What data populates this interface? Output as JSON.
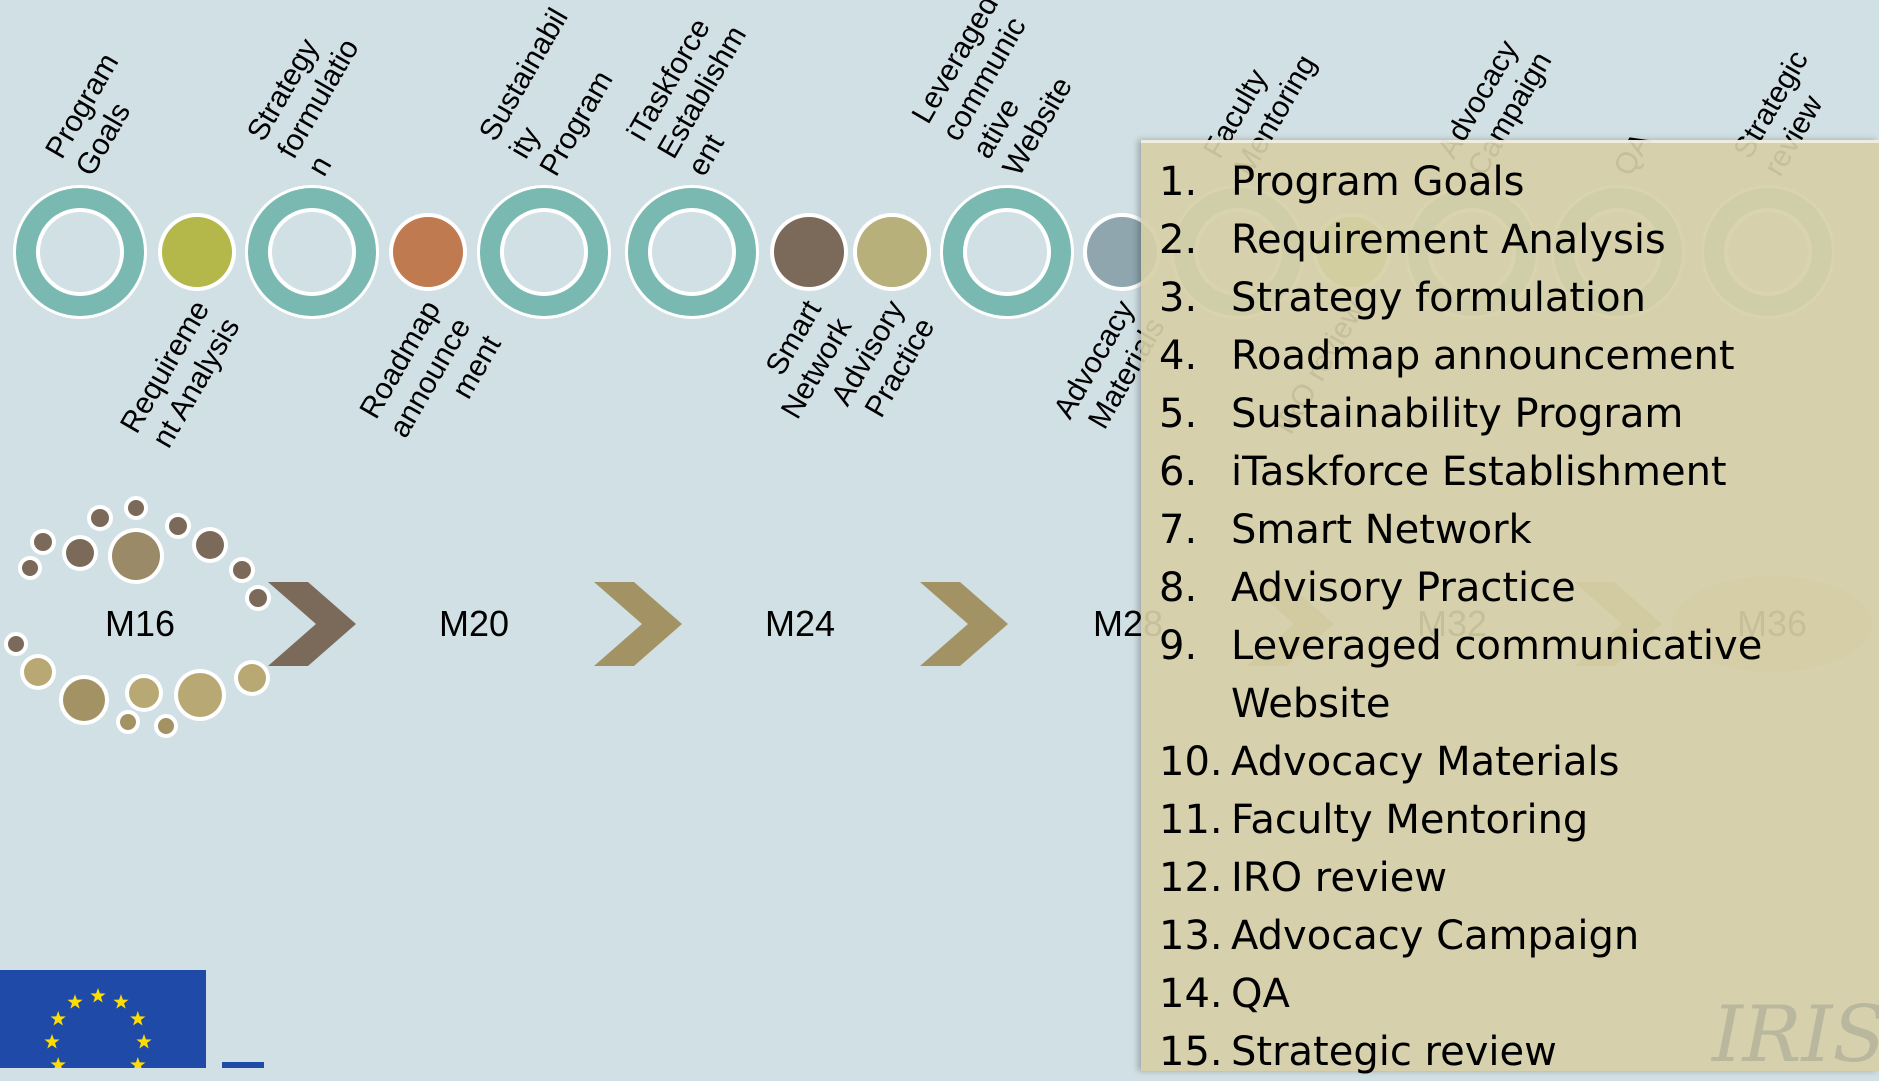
{
  "milestones": [
    {
      "label": "Program Goals",
      "lines": [
        "Program",
        "Goals"
      ],
      "color": "#7ab8b2",
      "kind": "ring"
    },
    {
      "label": "Requirement Analysis",
      "lines": [
        "Requireme",
        "nt Analysis"
      ],
      "color": "#b4b84a",
      "kind": "dot"
    },
    {
      "label": "Strategy formulation",
      "lines": [
        "Strategy",
        "formulatio",
        "n"
      ],
      "color": "#7ab8b2",
      "kind": "ring"
    },
    {
      "label": "Roadmap announcement",
      "lines": [
        "Roadmap",
        "announce",
        "ment"
      ],
      "color": "#c07a50",
      "kind": "dot"
    },
    {
      "label": "Sustainability Program",
      "lines": [
        "Sustainabil",
        "ity",
        "Program"
      ],
      "color": "#7ab8b2",
      "kind": "ring"
    },
    {
      "label": "iTaskforce Establishment",
      "lines": [
        "iTaskforce",
        "Establishm",
        "ent"
      ],
      "color": "#7ab8b2",
      "kind": "ring"
    },
    {
      "label": "Smart Network",
      "lines": [
        "Smart",
        "Network"
      ],
      "color": "#7b6a5a",
      "kind": "dot"
    },
    {
      "label": "Advisory Practice",
      "lines": [
        "Advisory",
        "Practice"
      ],
      "color": "#b8b07a",
      "kind": "dot"
    },
    {
      "label": "Leveraged communicative Website",
      "lines": [
        "Leveraged",
        "communic",
        "ative",
        "Website"
      ],
      "color": "#7ab8b2",
      "kind": "ring"
    },
    {
      "label": "Advocacy Materials",
      "lines": [
        "Advocacy",
        "Materials"
      ],
      "color": "#8fa6ae",
      "kind": "dot"
    },
    {
      "label": "Faculty Mentoring",
      "lines": [
        "Faculty",
        "Mentoring"
      ],
      "color": "#7ab8b2",
      "kind": "ring"
    },
    {
      "label": "IRO review",
      "lines": [
        "IRO review"
      ],
      "color": "#b4b84a",
      "kind": "dot"
    },
    {
      "label": "Advocacy Campaign",
      "lines": [
        "Advocacy",
        "Campaign"
      ],
      "color": "#7ab8b2",
      "kind": "ring"
    },
    {
      "label": "QA",
      "lines": [
        "QA"
      ],
      "color": "#7ab8b2",
      "kind": "ring"
    },
    {
      "label": "Strategic review",
      "lines": [
        "Strategic",
        "review"
      ],
      "color": "#7ab8b2",
      "kind": "ring"
    }
  ],
  "months": [
    "M16",
    "M20",
    "M24",
    "M28",
    "M32",
    "M36"
  ],
  "legend": [
    {
      "num": "1.",
      "text": "Program Goals"
    },
    {
      "num": "2.",
      "text": "Requirement Analysis"
    },
    {
      "num": "3.",
      "text": "Strategy formulation"
    },
    {
      "num": "4.",
      "text": "Roadmap announcement"
    },
    {
      "num": "5.",
      "text": "Sustainability Program"
    },
    {
      "num": "6.",
      "text": "iTaskforce Establishment"
    },
    {
      "num": "7.",
      "text": "Smart Network"
    },
    {
      "num": "8.",
      "text": "Advisory Practice"
    },
    {
      "num": "9.",
      "text": "Leveraged communicative Website"
    },
    {
      "num": "10.",
      "text": "Advocacy Materials"
    },
    {
      "num": "11.",
      "text": "Faculty Mentoring"
    },
    {
      "num": "12.",
      "text": "IRO review"
    },
    {
      "num": "13.",
      "text": "Advocacy Campaign"
    },
    {
      "num": "14.",
      "text": "QA"
    },
    {
      "num": "15.",
      "text": "Strategic review"
    }
  ],
  "logo_text": "IRIS",
  "colors": {
    "ring": "#7ab8b2",
    "chevron_dark": "#7b6a5a",
    "chevron_light": "#a39364",
    "legend_bg": "#d6cfa7",
    "background": "#d1e0e4"
  }
}
